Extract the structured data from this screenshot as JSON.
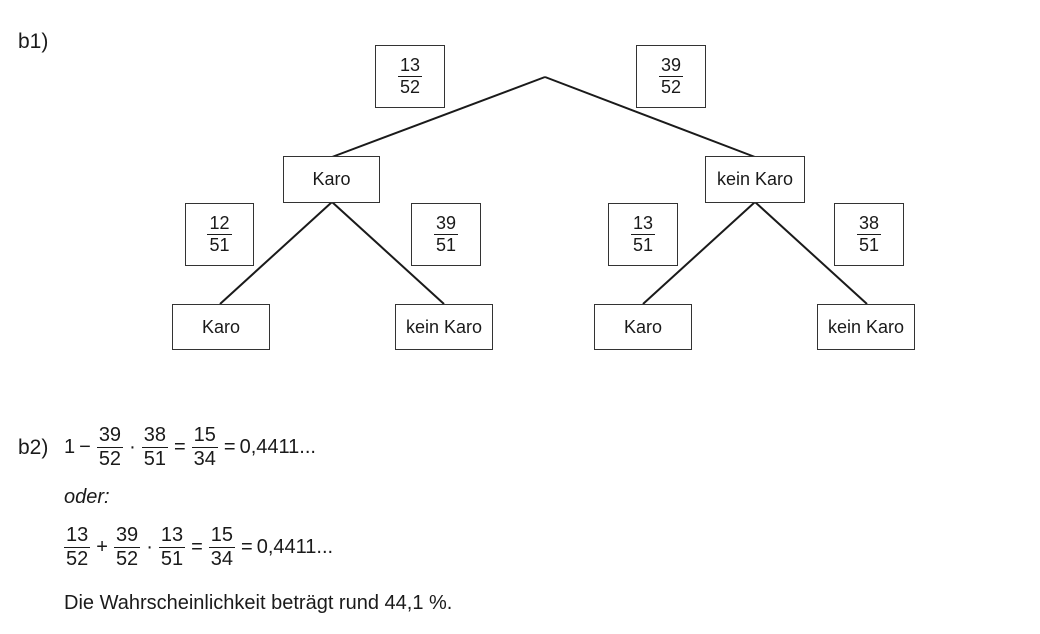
{
  "part_b1": {
    "label": "b1)"
  },
  "tree": {
    "top_probs": [
      {
        "num": "13",
        "den": "52"
      },
      {
        "num": "39",
        "den": "52"
      }
    ],
    "level1": [
      "Karo",
      "kein Karo"
    ],
    "level2_probs": [
      {
        "num": "12",
        "den": "51"
      },
      {
        "num": "39",
        "den": "51"
      },
      {
        "num": "13",
        "den": "51"
      },
      {
        "num": "38",
        "den": "51"
      }
    ],
    "level2": [
      "Karo",
      "kein Karo",
      "Karo",
      "kein Karo"
    ]
  },
  "part_b2": {
    "label": "b2)",
    "line1": {
      "one": "1",
      "minus": "−",
      "f1": {
        "num": "39",
        "den": "52"
      },
      "dot": "·",
      "f2": {
        "num": "38",
        "den": "51"
      },
      "eq1": "=",
      "f3": {
        "num": "15",
        "den": "34"
      },
      "eq2": "=",
      "result": "0,4411..."
    },
    "oder": "oder:",
    "line2": {
      "f1": {
        "num": "13",
        "den": "52"
      },
      "plus": "+",
      "f2": {
        "num": "39",
        "den": "52"
      },
      "dot": "·",
      "f3": {
        "num": "13",
        "den": "51"
      },
      "eq1": "=",
      "f4": {
        "num": "15",
        "den": "34"
      },
      "eq2": "=",
      "result": "0,4411..."
    },
    "conclusion": "Die Wahrscheinlichkeit beträgt rund 44,1 %."
  }
}
